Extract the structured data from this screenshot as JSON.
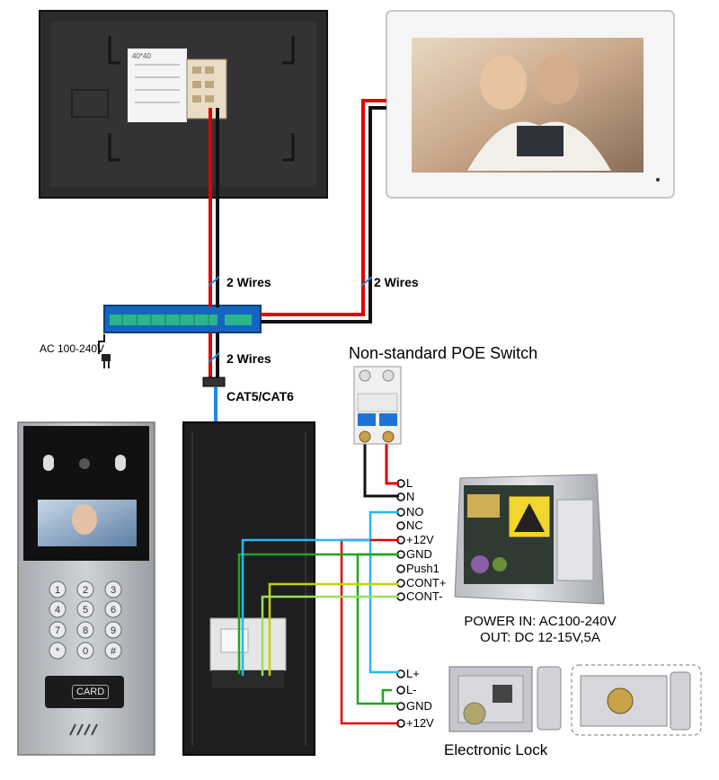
{
  "labels": {
    "wires_top_left": "2 Wires",
    "wires_top_right": "2 Wires",
    "wires_switch_bottom": "2 Wires",
    "cable_type": "CAT5/CAT6",
    "ac_input": "AC 100-240V",
    "breaker_title": "Non-standard POE Switch",
    "monitor_sticker": "40*40"
  },
  "terminals_power": [
    "L",
    "N",
    "NO",
    "NC",
    "+12V",
    "GND",
    "Push1",
    "CONT+",
    "CONT-"
  ],
  "terminals_lock": [
    "L+",
    "L-",
    "GND",
    "+12V"
  ],
  "power_supply": {
    "line1": "POWER  IN: AC100-240V",
    "line2": "OUT: DC 12-15V,5A"
  },
  "lock_caption": "Electronic Lock",
  "door_station": {
    "keypad": [
      "1",
      "2",
      "3",
      "4",
      "5",
      "6",
      "7",
      "8",
      "9",
      "*",
      "0",
      "#"
    ],
    "card_label": "CARD"
  },
  "colors": {
    "wire_red": "#e00000",
    "wire_black": "#111111",
    "wire_blue": "#1e88e5",
    "wire_cyan": "#29b6f6",
    "wire_green": "#21a321",
    "wire_yellow": "#d4e21a",
    "switch_blue": "#1565c0",
    "switch_green": "#2bb58a"
  }
}
